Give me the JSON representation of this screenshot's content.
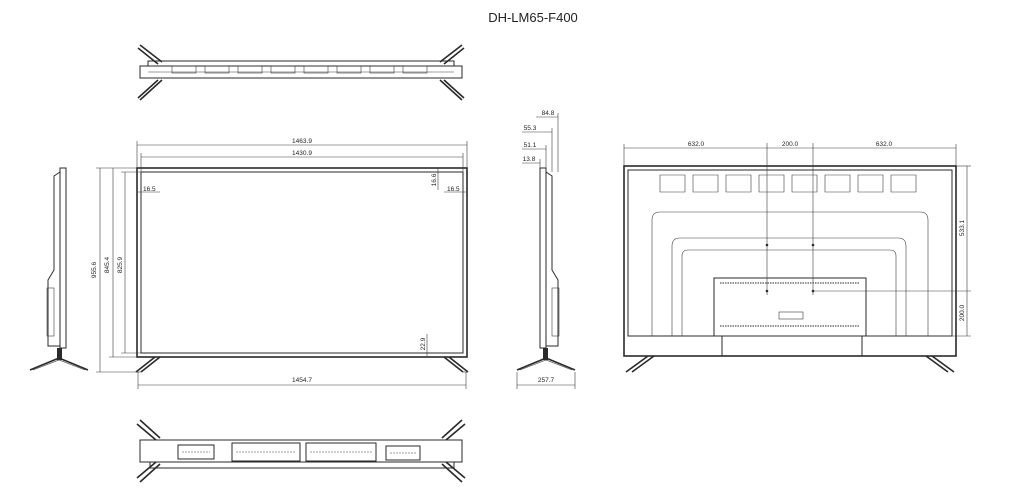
{
  "title": "DH-LM65-F400",
  "front": {
    "width_outer": "1463.9",
    "width_inner": "1430.9",
    "height_total": "955.6",
    "height_outer": "845.4",
    "height_inner": "825.9",
    "bezel_left": "16.5",
    "bezel_top": "16.6",
    "bezel_right": "16.5",
    "bezel_bottom": "22.9",
    "stand_span": "1454.7"
  },
  "side": {
    "depth_total": "84.8",
    "depth_a": "55.3",
    "depth_b": "51.1",
    "depth_c": "13.8",
    "stand_depth": "257.7"
  },
  "rear": {
    "left_offset": "632.0",
    "vesa_h": "200.0",
    "right_offset": "632.0",
    "height_to_mount": "533.1",
    "vesa_v": "200.0"
  }
}
